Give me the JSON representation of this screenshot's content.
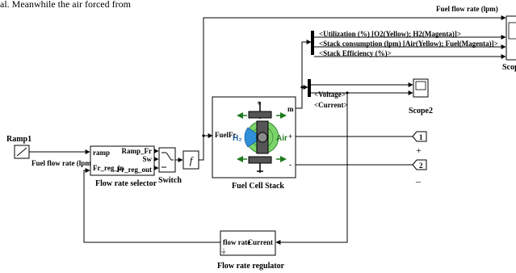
{
  "header_text": "al. Meanwhile the air forced from",
  "blocks": {
    "ramp1": {
      "label": "Ramp1"
    },
    "flow_rate_selector": {
      "label": "Flow rate selector",
      "ports_in": [
        "ramp",
        "Fr_reg_in"
      ],
      "ports_out": [
        "Ramp_Fr",
        "Sw",
        "Fr_reg_out"
      ]
    },
    "switch": {
      "label": "Switch"
    },
    "function": {
      "symbol": "f"
    },
    "fuel_cell_stack": {
      "label": "Fuel Cell Stack",
      "port_in": "FuelFr",
      "port_m": "m",
      "port_plus": "+",
      "port_minus": "-",
      "icon_h2": "H₂",
      "icon_air": "Air"
    },
    "flow_rate_regulator": {
      "label": "Flow rate regulator",
      "port_in": "flow rate",
      "port_out": "Current"
    },
    "scope": {
      "label": "Scop"
    },
    "scope2": {
      "label": "Scope2"
    },
    "port1": {
      "number": "1",
      "sign": "+"
    },
    "port2": {
      "number": "2",
      "sign": "–"
    }
  },
  "signals": {
    "ramp_out": "Fuel flow rate (lpm)",
    "top_out": "Fuel flow rate (lpm)",
    "bus1": [
      "<Utilization (%) [O2(Yellow); H2(Magenta)]>",
      "<Stack consumption (lpm) [Air(Yellow); Fuel(Magenta)]>",
      "<Stack Efficiency (%)>"
    ],
    "bus2": [
      "<Voltage>",
      "<Current>"
    ]
  },
  "colors": {
    "h2_blue": "#2f8fd8",
    "air_green": "#7cd46a",
    "arrow_green": "#1f7a1f",
    "core_gray": "#555555"
  }
}
